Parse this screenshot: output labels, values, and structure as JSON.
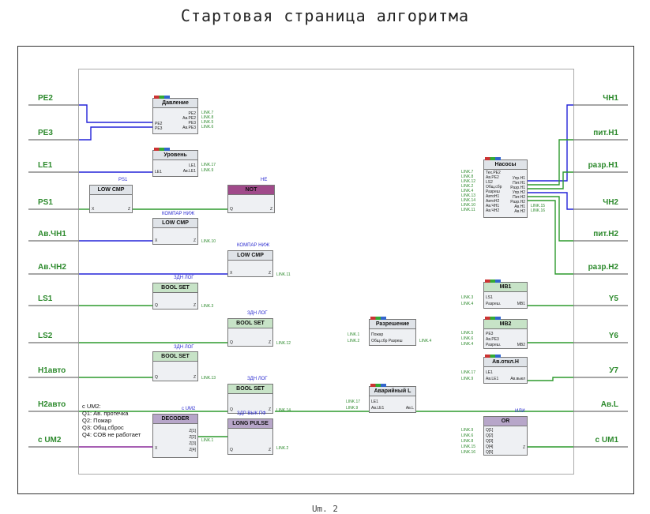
{
  "title": "Стартовая страница алгоритма",
  "footer": "Um. 2",
  "inputs": [
    "PE2",
    "PE3",
    "LE1",
    "PS1",
    "Ав.ЧН1",
    "Ав.ЧН2",
    "LS1",
    "LS2",
    "Н1авто",
    "Н2авто",
    "с UM2"
  ],
  "outputs": [
    "ЧН1",
    "пит.Н1",
    "разр.Н1",
    "ЧН2",
    "пит.Н2",
    "разр.Н2",
    "Y5",
    "Y6",
    "У7",
    "Ав.L",
    "с UM1"
  ],
  "blocks": {
    "davlenie": {
      "title": "Давление",
      "in": [
        "PE2",
        "PE3"
      ],
      "out": [
        "PE2",
        "Ав.PE2",
        "PE3",
        "Ав.PE3"
      ],
      "links": [
        "LINK.7",
        "LINK.8",
        "LINK.5",
        "LINK.6"
      ]
    },
    "uroven": {
      "title": "Уровень",
      "in": [
        "LE1"
      ],
      "out": [
        "LE1",
        "Ав.LE1"
      ],
      "links": [
        "LINK.17",
        "LINK.9"
      ]
    },
    "lowcmp1": {
      "title": "LOW CMP",
      "ann": "PS1",
      "in": "X",
      "out": "Z"
    },
    "not": {
      "title": "NOT",
      "ann": "НЕ",
      "in": "Q",
      "out": "Z"
    },
    "lowcmp2": {
      "title": "LOW CMP",
      "ann": "КОМПАР НИЖ",
      "in": "X",
      "out": "Z",
      "link": "LINK.10"
    },
    "lowcmp3": {
      "title": "LOW CMP",
      "ann": "КОМПАР НИЖ",
      "in": "X",
      "out": "Z",
      "link": "LINK.11"
    },
    "bool1": {
      "title": "BOOL SET",
      "ann": "ЗДН ЛОГ",
      "in": "Q",
      "out": "Z",
      "link": "LINK.3"
    },
    "bool2": {
      "title": "BOOL SET",
      "ann": "ЗДН ЛОГ",
      "in": "Q",
      "out": "Z",
      "link": "LINK.12"
    },
    "bool3": {
      "title": "BOOL SET",
      "ann": "ЗДН ЛОГ",
      "in": "Q",
      "out": "Z",
      "link": "LINK.13"
    },
    "bool4": {
      "title": "BOOL SET",
      "ann": "ЗДН ЛОГ",
      "in": "Q",
      "out": "Z",
      "link": "LINK.14"
    },
    "decoder": {
      "title": "DECODER",
      "ann": "с UM2",
      "in": "X",
      "out": [
        "Z[1]",
        "Z[2]",
        "Z[3]",
        "Z[4]"
      ],
      "link": "LINK.1"
    },
    "longpulse": {
      "title": "LONG PULSE",
      "ann": "ЗДР ВЫК ПФ",
      "in": "Q",
      "out": "Z",
      "link": "LINK.2"
    },
    "razresh": {
      "title": "Разрешение",
      "in": [
        "Пожар",
        "Общ.сбр Разреш"
      ],
      "out": "Общ.сбр Разреш",
      "links_in": [
        "LINK.1",
        "LINK.2"
      ],
      "link": "LINK.4"
    },
    "avar": {
      "title": "Аварийный L",
      "in": [
        "LE1",
        "Ав.LE1"
      ],
      "out": "Ав.L",
      "links_in": [
        "LINK.17",
        "LINK.9"
      ]
    },
    "nasosy": {
      "title": "Насосы",
      "in": [
        "Тех.PE2",
        "Ав.PE2",
        "LS2",
        "Общ.сбр",
        "Разреш",
        "АвтоН1",
        "АвтоН2",
        "Ав.ЧН1",
        "Ав.ЧН2"
      ],
      "out": [
        "Упр.Н1",
        "Пит.Н1",
        "Разр.Н1",
        "Упр.Н2",
        "Пит.Н2",
        "Разр.Н2",
        "Ав.Н1",
        "Ав.Н2"
      ],
      "links_in": [
        "LINK.7",
        "LINK.8",
        "LINK.12",
        "LINK.2",
        "LINK.4",
        "LINK.13",
        "LINK.14",
        "LINK.10",
        "LINK.11"
      ],
      "links_out": [
        "LINK.15",
        "LINK.16"
      ]
    },
    "mb1": {
      "title": "MB1",
      "in": [
        "LS1",
        "Разреш."
      ],
      "out": "MB1",
      "links_in": [
        "LINK.3",
        "LINK.4"
      ]
    },
    "mb2": {
      "title": "MB2",
      "in": [
        "PE3",
        "Ав.PE3",
        "Разреш."
      ],
      "out": "MB2",
      "links_in": [
        "LINK.5",
        "LINK.6",
        "LINK.4"
      ]
    },
    "avovkl": {
      "title": "Ав.откл.Н",
      "in": [
        "LE1",
        "Ав.LE1"
      ],
      "out": "Ав.выкл",
      "links_in": [
        "LINK.17",
        "LINK.9"
      ]
    },
    "or": {
      "title": "OR",
      "ann": "ИЛИ",
      "in": [
        "Q[1]",
        "Q[2]",
        "Q[3]",
        "Q[4]",
        "Q[5]"
      ],
      "out": "Z",
      "links_in": [
        "LINK.9",
        "LINK.6",
        "LINK.8",
        "LINK.15",
        "LINK.16"
      ]
    }
  },
  "note": [
    "с UM2:",
    "Q1: Ав. протечка",
    "Q2: Пожар",
    "Q3: Общ.сброс",
    "Q4: СОВ не работает"
  ],
  "colors": {
    "green": "#2d9a2d",
    "blue": "#2323d8",
    "purple": "#8a2a9a",
    "gray": "#8a8a8a"
  }
}
